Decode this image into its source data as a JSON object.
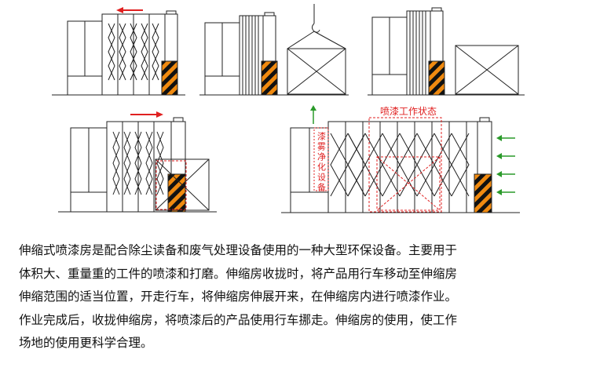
{
  "diagram": {
    "status_label": "喷漆工作状态",
    "purifier_label": "漆雾净化设备",
    "colors": {
      "line": "#222222",
      "red": "#e02020",
      "green": "#2a9a2a",
      "hazard": "#f08a10"
    }
  },
  "description": {
    "lines": [
      "伸缩式喷漆房是配合除尘读备和废气处理设备使用的一种大型环保设备。主要用于",
      "体积大、重量重的工件的喷漆和打磨。伸缩房收拢时，将产品用行车移动至伸缩房",
      "伸缩范围的适当位置，开走行车，将伸缩房伸展开来，在伸缩房内进行喷漆作业。",
      "作业完成后，收拢伸缩房，将喷漆后的产品使用行车挪走。伸缩房的使用，使工作",
      "场地的使用更科学合理。"
    ]
  }
}
